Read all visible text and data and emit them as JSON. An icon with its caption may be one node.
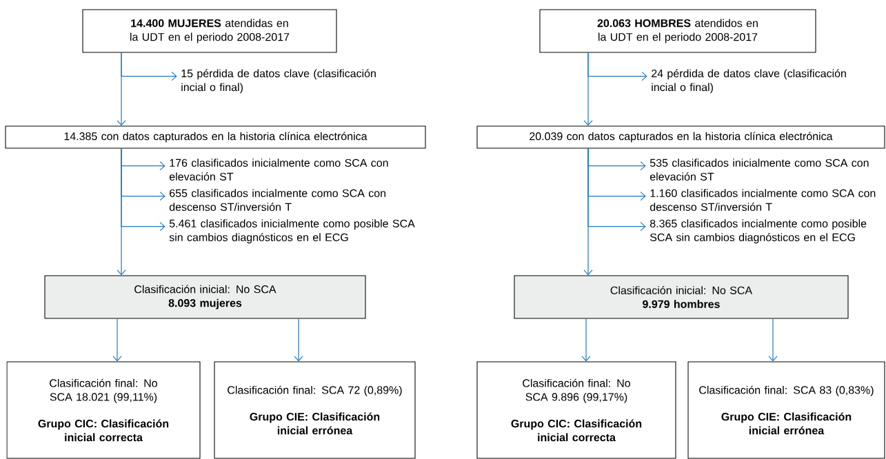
{
  "diagram": {
    "nodes": [
      {
        "text": [
          "**14.400 MUJERES** atendidas en la UDT en el periodo 2008-2017"
        ]
      },
      {
        "text": [
          "15 pérdida de datos clave (clasificación incial o final)"
        ]
      },
      {
        "text": [
          "14.385 con datos capturados en la historia clínica electrónica"
        ]
      },
      {
        "text": [
          "176 clasificados inicialmente como SCA con elevación ST"
        ]
      },
      {
        "text": [
          "655 clasificados incialmente como SCA con descenso ST/inversión T"
        ]
      },
      {
        "text": [
          "5.461 clasificados inicialmente como posible SCA sin cambios diagnósticos en el ECG"
        ]
      },
      {
        "text": [
          "Clasificación inicial: No SCA",
          "8.093 mujeres"
        ]
      },
      {
        "text": [
          "Clasificación final: No SCA 18.021 (99,11%)",
          "Grupo CIC: Clasificación inicial correcta"
        ]
      },
      {
        "text": [
          "Clasificación final: SCA 72 (0,89%)",
          "Grupo CIE: Clasificación inicial errónea"
        ]
      },
      {
        "text": [
          "**20.063 HOMBRES** atendidos en la UDT en el periodo 2008-2017"
        ]
      },
      {
        "text": [
          "24 pérdida de datos clave (clasificación incial o final)"
        ]
      },
      {
        "text": [
          "20.039 con datos capturados en la historia clínica electrónica"
        ]
      },
      {
        "text": [
          "535 clasificados inicialmente como SCA con elevación ST"
        ]
      },
      {
        "text": [
          "1.160 clasificados incialmente como SCA con descenso ST/inversión T"
        ]
      },
      {
        "text": [
          "8.365 clasificados incialmente como posible SCA sin cambios diagnósticos en el ECG"
        ]
      },
      {
        "text": [
          "Clasificación inicial: No SCA",
          "9.979 hombres"
        ]
      },
      {
        "text": [
          "Clasificación final: No SCA 9.896 (99,17%)",
          "Grupo CIC: Clasificación inicial correcta"
        ]
      },
      {
        "text": [
          "Clasificación final: SCA 83 (0,83%)",
          "Grupo CIE: Clasificación inicial errónea"
        ]
      }
    ],
    "edges": [
      {
        "from": 0,
        "to": 1,
        "arrow": "to"
      },
      {
        "from": 0,
        "to": 2,
        "arrow": "to"
      },
      {
        "from": 2,
        "to": 3,
        "arrow": "to"
      },
      {
        "from": 2,
        "to": 4,
        "arrow": "to"
      },
      {
        "from": 2,
        "to": 5,
        "arrow": "to"
      },
      {
        "from": 2,
        "to": 6,
        "arrow": "to"
      },
      {
        "from": 6,
        "to": 7,
        "arrow": "to"
      },
      {
        "from": 6,
        "to": 8,
        "arrow": "to"
      },
      {
        "from": 9,
        "to": 10,
        "arrow": "to"
      },
      {
        "from": 9,
        "to": 11,
        "arrow": "to"
      },
      {
        "from": 11,
        "to": 12,
        "arrow": "to"
      },
      {
        "from": 11,
        "to": 13,
        "arrow": "to"
      },
      {
        "from": 11,
        "to": 14,
        "arrow": "to"
      },
      {
        "from": 11,
        "to": 15,
        "arrow": "to"
      },
      {
        "from": 15,
        "to": 16,
        "arrow": "to"
      },
      {
        "from": 15,
        "to": 17,
        "arrow": "to"
      }
    ]
  }
}
